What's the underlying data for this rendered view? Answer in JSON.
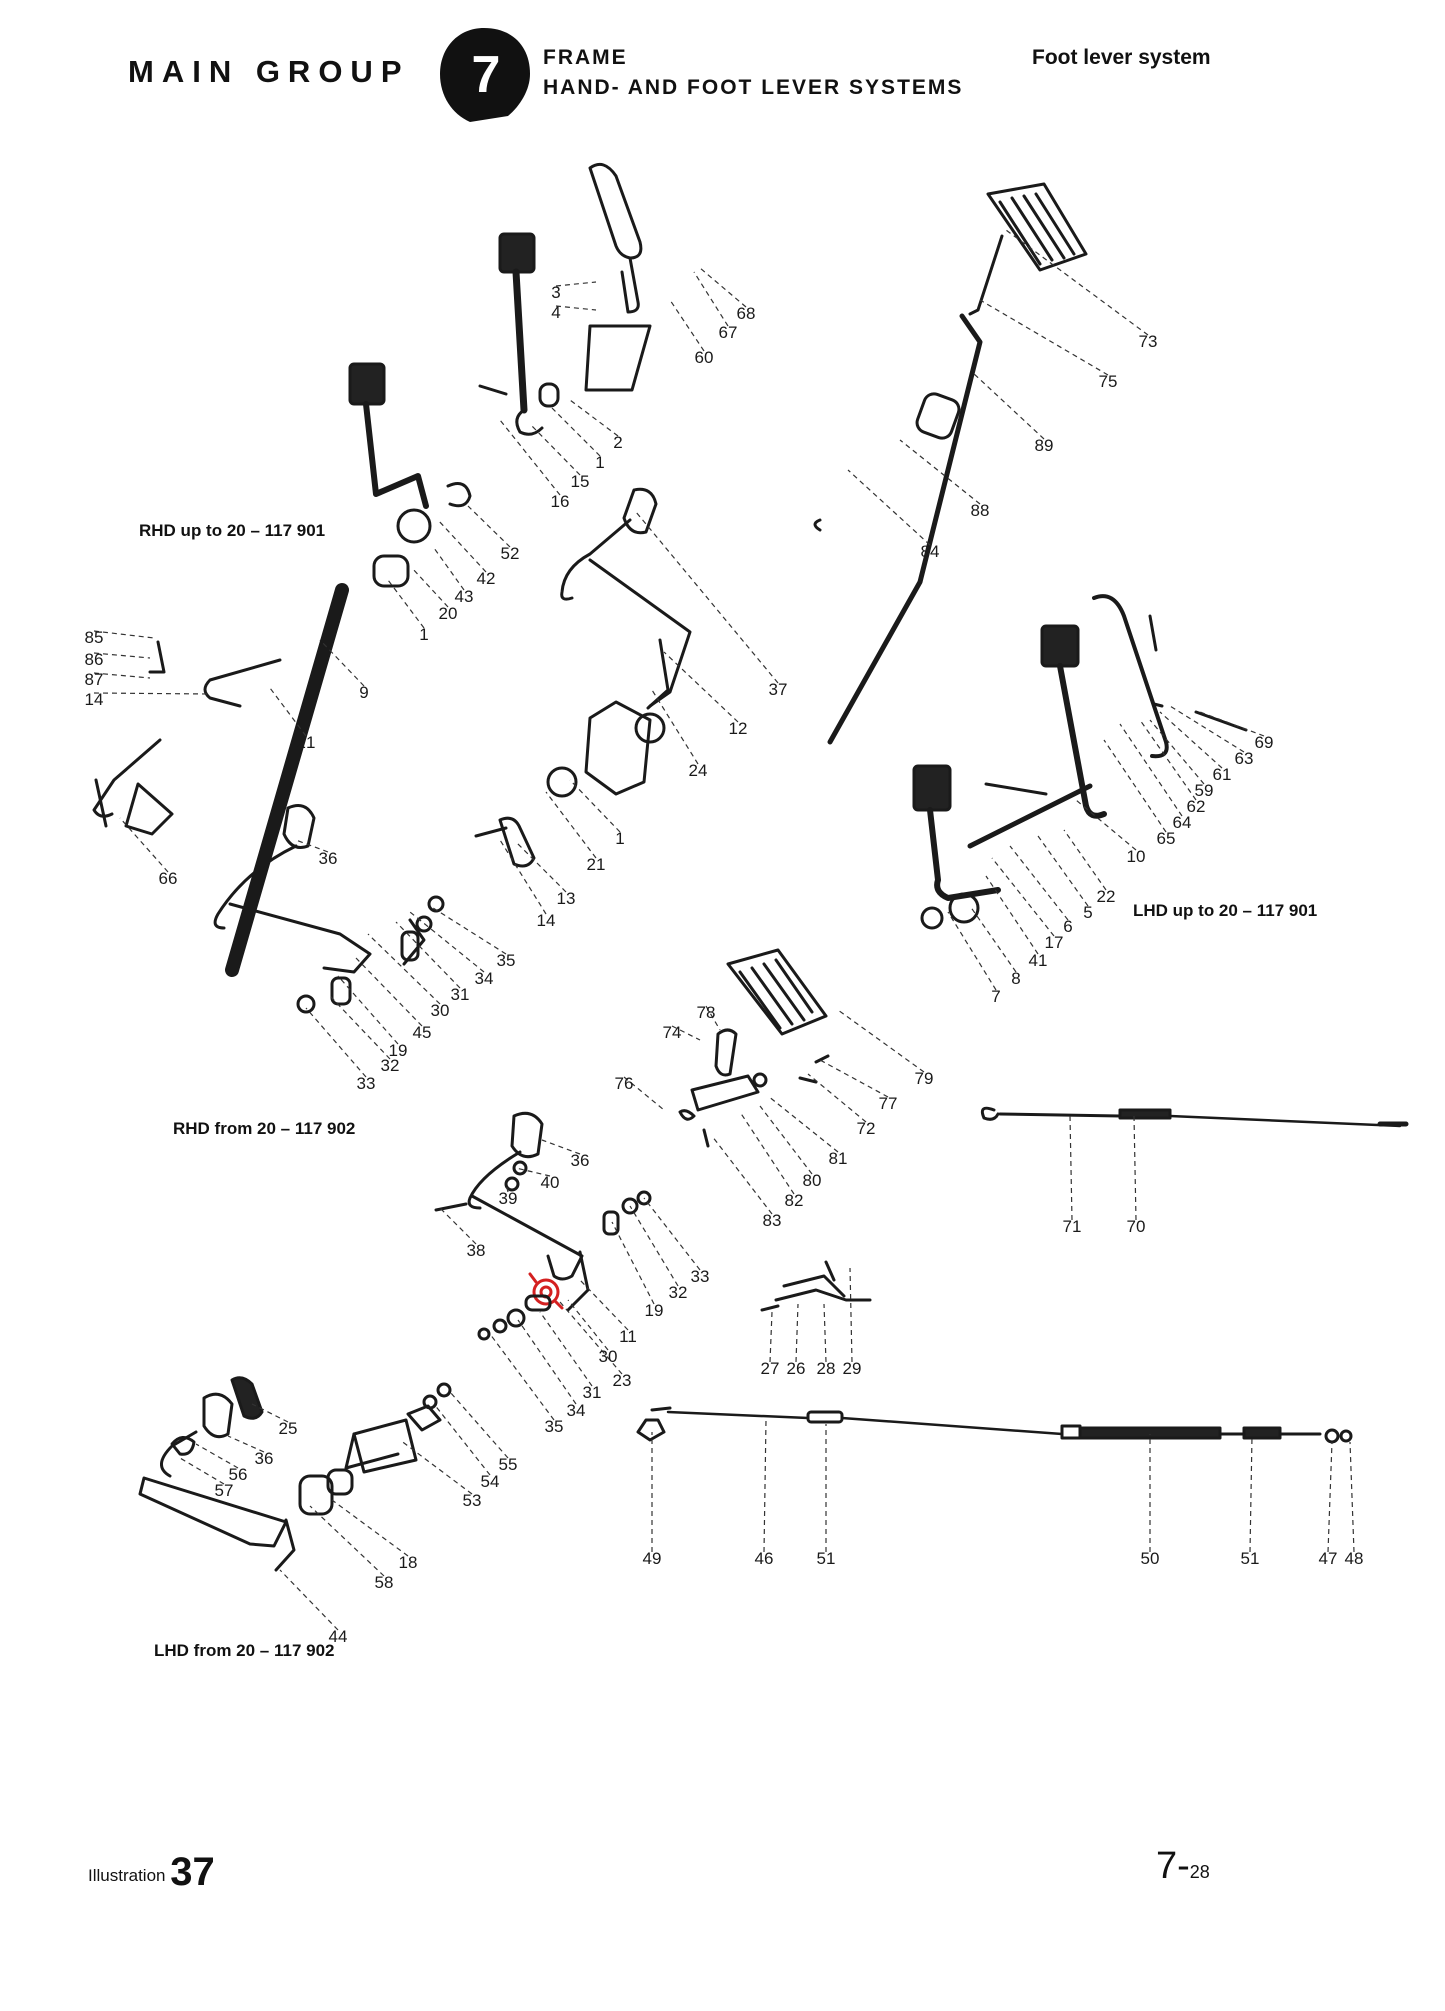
{
  "header": {
    "main_group": "MAIN GROUP",
    "group_number": "7",
    "title_line1": "FRAME",
    "title_line2": "HAND- AND FOOT LEVER SYSTEMS",
    "section": "Foot lever system"
  },
  "variants": {
    "rhd_up_to": "RHD up to 20 – 117 901",
    "lhd_up_to": "LHD up to 20 – 117 901",
    "rhd_from": "RHD from 20 – 117 902",
    "lhd_from": "LHD from 20 – 117 902"
  },
  "footer": {
    "illustration_label": "Illustration",
    "illustration_number": "37",
    "page_main": "7-",
    "page_sub": "28"
  },
  "colors": {
    "ink": "#1a1a1a",
    "highlight": "#d42020"
  },
  "callouts": [
    "3",
    "4",
    "68",
    "67",
    "60",
    "2",
    "1",
    "15",
    "16",
    "73",
    "75",
    "89",
    "88",
    "84",
    "52",
    "42",
    "43",
    "20",
    "1",
    "9",
    "85",
    "86",
    "87",
    "14",
    "21",
    "66",
    "37",
    "12",
    "24",
    "1",
    "21",
    "13",
    "14",
    "69",
    "63",
    "61",
    "59",
    "62",
    "64",
    "65",
    "10",
    "22",
    "5",
    "6",
    "17",
    "41",
    "8",
    "7",
    "36",
    "35",
    "34",
    "31",
    "30",
    "45",
    "19",
    "32",
    "33",
    "78",
    "74",
    "79",
    "77",
    "72",
    "76",
    "81",
    "80",
    "82",
    "83",
    "71",
    "70",
    "36",
    "40",
    "39",
    "38",
    "33",
    "32",
    "19",
    "11",
    "30",
    "23",
    "31",
    "34",
    "35",
    "27",
    "26",
    "28",
    "29",
    "25",
    "36",
    "56",
    "57",
    "55",
    "54",
    "53",
    "18",
    "58",
    "44",
    "49",
    "46",
    "51",
    "50",
    "51",
    "47",
    "48"
  ],
  "highlighted_part": "23"
}
